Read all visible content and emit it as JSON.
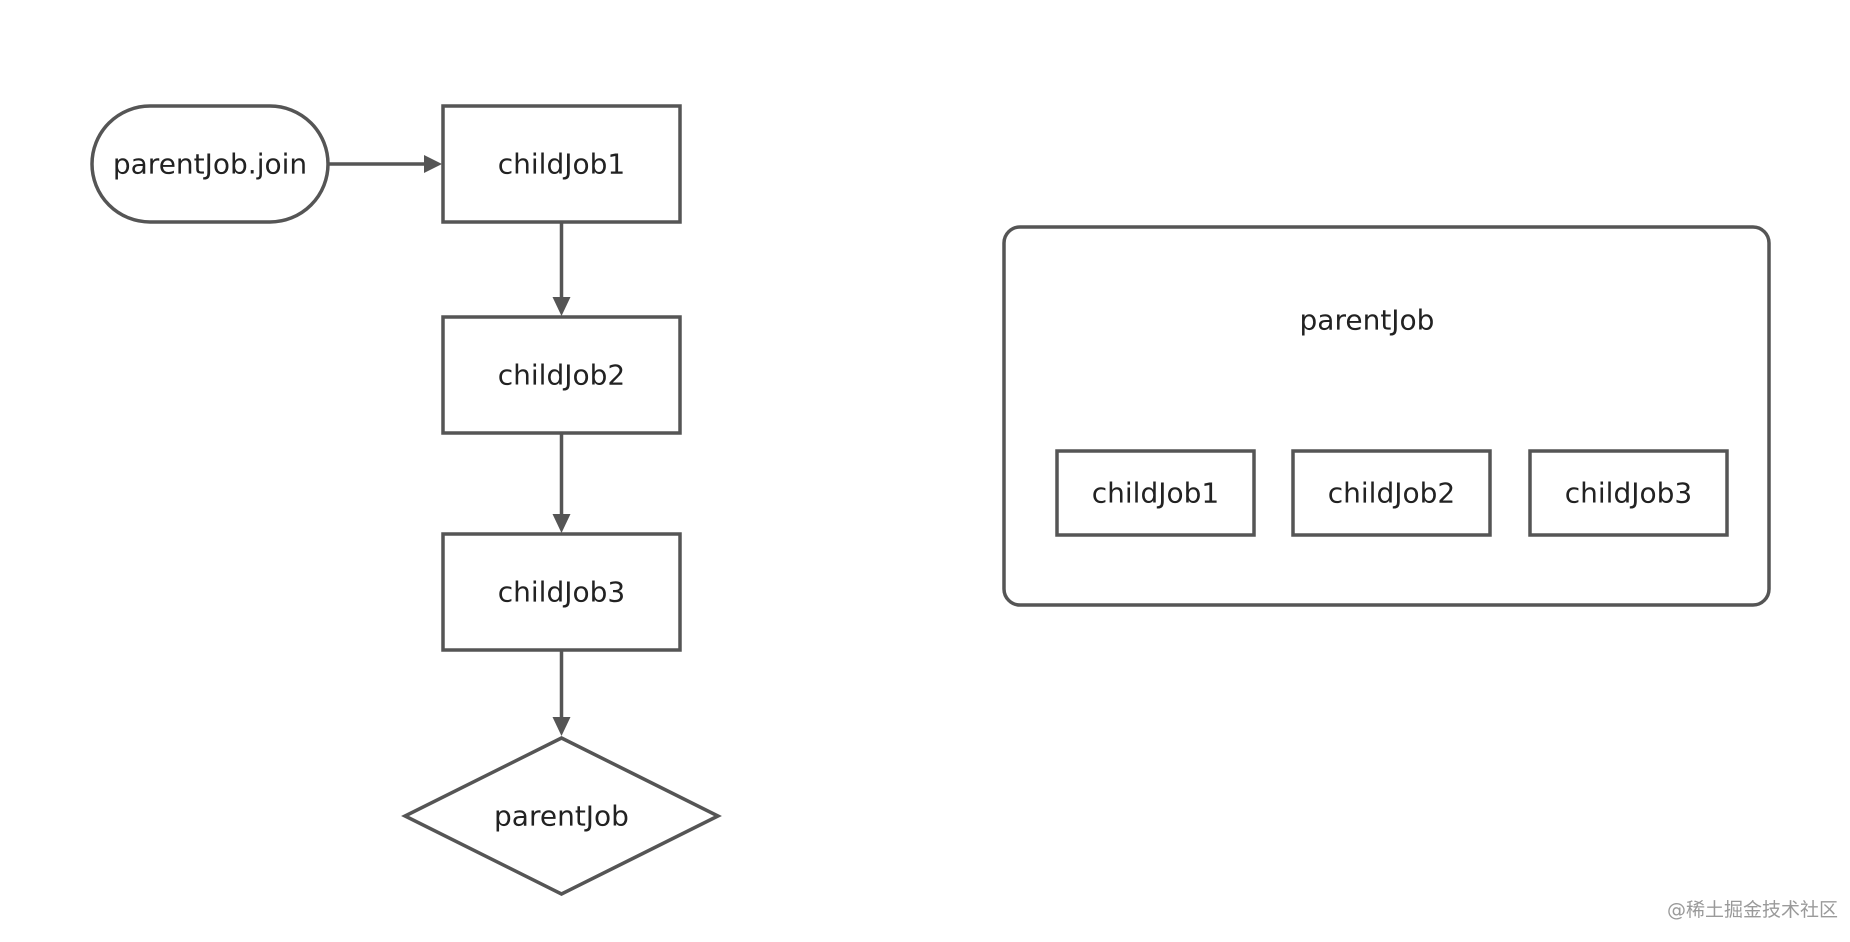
{
  "flowchart": {
    "start": "parentJob.join",
    "step1": "childJob1",
    "step2": "childJob2",
    "step3": "childJob3",
    "decision": "parentJob"
  },
  "container": {
    "title": "parentJob",
    "children": [
      "childJob1",
      "childJob2",
      "childJob3"
    ]
  },
  "watermark": "@稀土掘金技术社区",
  "colors": {
    "stroke": "#555555",
    "text": "#222222",
    "background": "#ffffff"
  }
}
